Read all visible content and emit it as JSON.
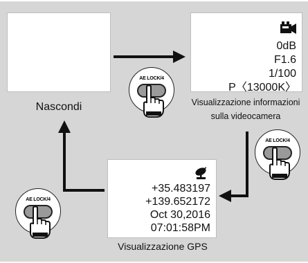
{
  "screens": {
    "hide": {
      "caption": "Nascondi"
    },
    "camera": {
      "icon": "video-camera-icon",
      "lines": [
        "0dB",
        "F1.6",
        "1/100",
        "P〈13000K〉"
      ],
      "caption_lines": [
        "Visualizzazione informazioni",
        "sulla videocamera"
      ]
    },
    "gps": {
      "icon": "satellite-dish-icon",
      "lines": [
        "+35.483197",
        "+139.652172",
        "Oct 30,2016",
        "07:01:58PM"
      ],
      "caption": "Visualizzazione GPS"
    }
  },
  "button": {
    "label": "AE LOCK/4",
    "icon": "pointing-hand-icon"
  },
  "colors": {
    "background": "#d6d6d6",
    "screen": "#ffffff",
    "arrow": "#111111",
    "button_key": "#9a9a9a"
  }
}
